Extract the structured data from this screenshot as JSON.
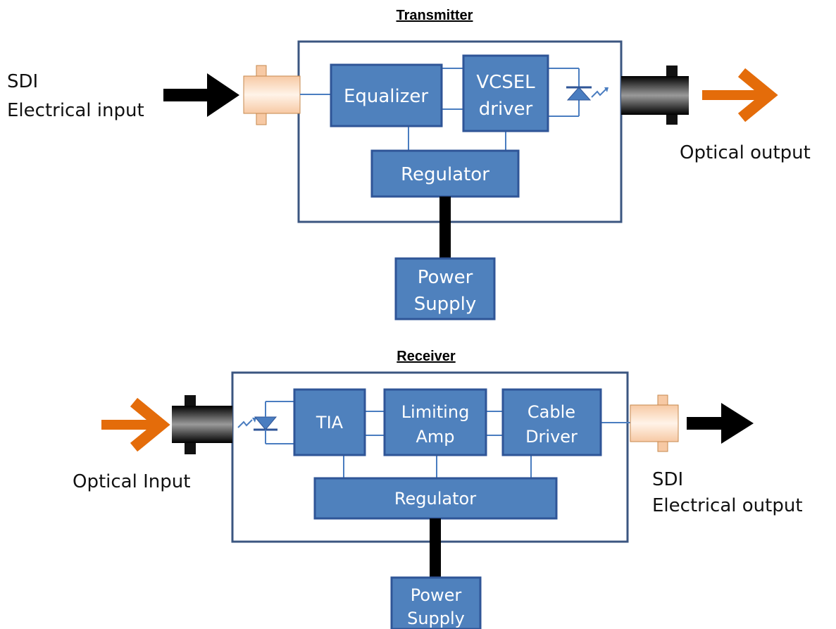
{
  "transmitter": {
    "title": "Transmitter",
    "input_label_line1": "SDI",
    "input_label_line2": "Electrical input",
    "output_label": "Optical output",
    "blocks": {
      "equalizer": "Equalizer",
      "vcsel_line1": "VCSEL",
      "vcsel_line2": "driver",
      "regulator": "Regulator",
      "power_line1": "Power",
      "power_line2": "Supply"
    }
  },
  "receiver": {
    "title": "Receiver",
    "input_label": "Optical Input",
    "output_label_line1": "SDI",
    "output_label_line2": "Electrical output",
    "blocks": {
      "tia": "TIA",
      "limiting_line1": "Limiting",
      "limiting_line2": "Amp",
      "cable_line1": "Cable",
      "cable_line2": "Driver",
      "regulator": "Regulator",
      "power_line1": "Power",
      "power_line2": "Supply"
    }
  },
  "colors": {
    "block_fill": "#4f81bd",
    "block_stroke": "#2f5597",
    "frame_stroke": "#3b5680",
    "optical_arrow": "#e46c0a",
    "electrical_arrow": "#000000",
    "electrical_connector": "#fbd5b5"
  }
}
